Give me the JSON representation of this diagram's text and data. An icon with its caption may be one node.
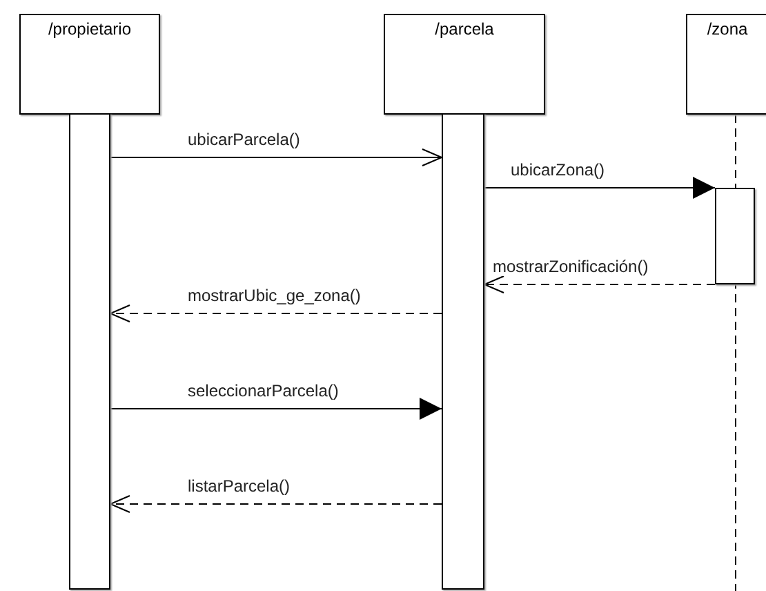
{
  "diagram": {
    "nodes": [
      {
        "text": [
          "/propietario"
        ]
      },
      {
        "text": [
          "/parcela"
        ]
      },
      {
        "text": [
          "/zona"
        ]
      },
      {
        "text": [],
        "shape": "bar"
      },
      {
        "text": [],
        "shape": "bar"
      },
      {
        "text": [],
        "shape": "bar"
      }
    ],
    "edges": [
      {
        "from": 3,
        "to": 4,
        "arrow": "to",
        "label": "ubicarParcela()"
      },
      {
        "from": 4,
        "to": 5,
        "arrow": "to",
        "label": "ubicarZona()"
      },
      {
        "from": 5,
        "to": 4,
        "arrow": "to",
        "label": "mostrarZonificación()",
        "style": "dashed"
      },
      {
        "from": 4,
        "to": 3,
        "arrow": "to",
        "label": "mostrarUbic_ge_zona()",
        "style": "dashed"
      },
      {
        "from": 3,
        "to": 4,
        "arrow": "to",
        "label": "seleccionarParcela()"
      },
      {
        "from": 4,
        "to": 3,
        "arrow": "to",
        "label": "listarParcela()",
        "style": "dashed"
      }
    ]
  }
}
